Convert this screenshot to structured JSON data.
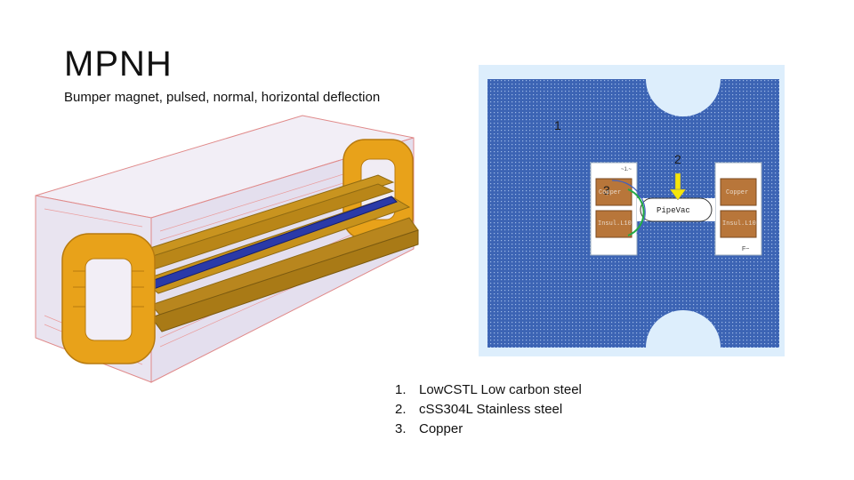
{
  "slide": {
    "title": "MPNH",
    "subtitle": "Bumper magnet, pulsed, normal, horizontal deflection"
  },
  "cross_section": {
    "callouts": [
      "1",
      "2",
      "3"
    ],
    "labels": {
      "top_left_small": "~1.~",
      "left_upper_coil": "Copper",
      "left_lower_coil": "Insul.L10",
      "pipe": "PipeVac",
      "right_upper_coil": "Copper",
      "right_lower_coil": "Insul.L10",
      "bottom_right_small": "F~"
    },
    "colors": {
      "steel": "#3c64b4",
      "background": "#ddeefc",
      "copper": "#b8763a",
      "arrow": "#f5e60a"
    }
  },
  "legend": {
    "items": [
      {
        "num": "1.",
        "text": "LowCSTL Low carbon steel"
      },
      {
        "num": "2.",
        "text": "cSS304L Stainless steel"
      },
      {
        "num": "3.",
        "text": "Copper"
      }
    ]
  },
  "colors": {
    "yoke_outline": "#e08a8a",
    "coil": "#e8a21a",
    "coil_dark": "#b77a0f",
    "conductor": "#b8861e",
    "vacuum_chamber": "#2a3aa8"
  }
}
